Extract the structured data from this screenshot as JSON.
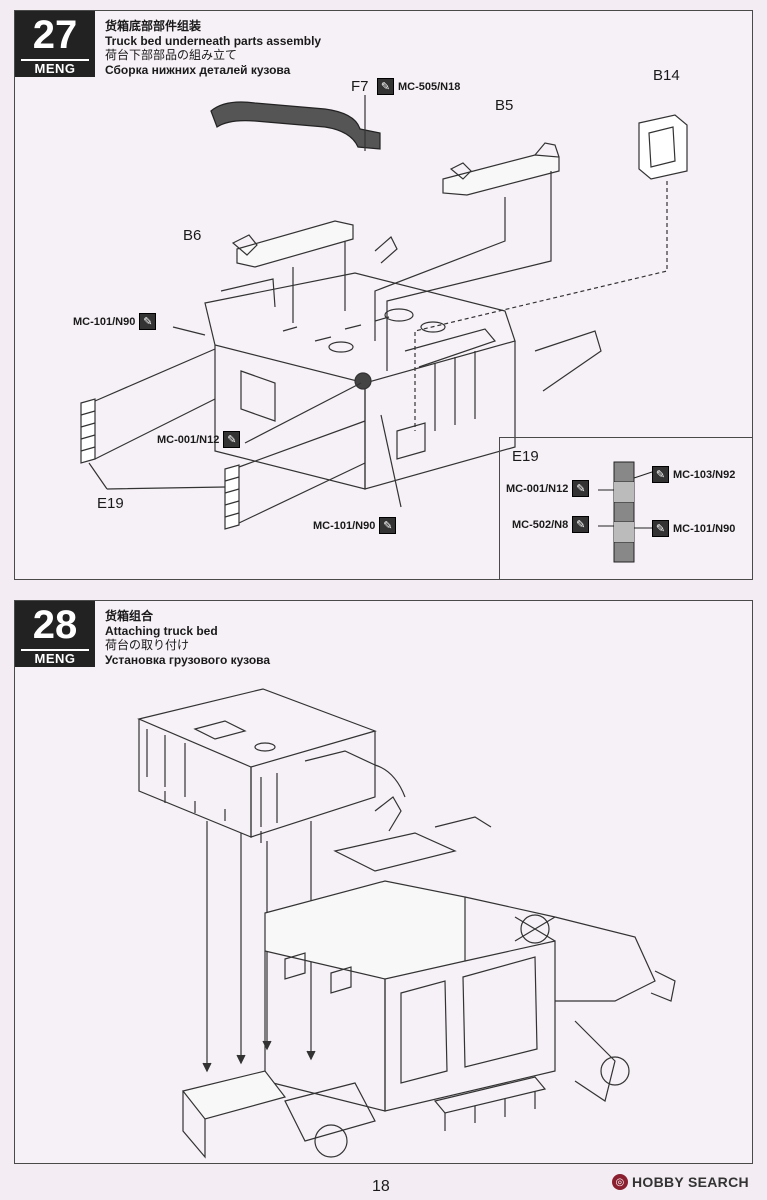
{
  "step27": {
    "number": "27",
    "brand": "MENG",
    "title_cn": "货箱底部部件组装",
    "title_en": "Truck bed underneath parts assembly",
    "title_jp": "荷台下部部品の組み立て",
    "title_ru": "Сборка нижних деталей кузова",
    "labels": {
      "f7": "F7",
      "b5": "B5",
      "b14": "B14",
      "b6": "B6",
      "e19_main": "E19",
      "e19_inset": "E19"
    },
    "paints": {
      "mc505": "MC-505/N18",
      "mc101_left": "MC-101/N90",
      "mc001_mid": "MC-001/N12",
      "mc101_bottom": "MC-101/N90",
      "inset_mc001": "MC-001/N12",
      "inset_mc502": "MC-502/N8",
      "inset_mc103": "MC-103/N92",
      "inset_mc101": "MC-101/N90"
    }
  },
  "step28": {
    "number": "28",
    "brand": "MENG",
    "title_cn": "货箱组合",
    "title_en": "Attaching truck bed",
    "title_jp": "荷台の取り付け",
    "title_ru": "Установка грузового кузова"
  },
  "footer": {
    "page_number": "18",
    "watermark": "HOBBY SEARCH"
  },
  "icons": {
    "paint": "paintbrush-icon",
    "watermark_logo": "hobby-search-logo-icon"
  },
  "colors": {
    "badge": "#222222",
    "paper": "#f3edf3"
  }
}
